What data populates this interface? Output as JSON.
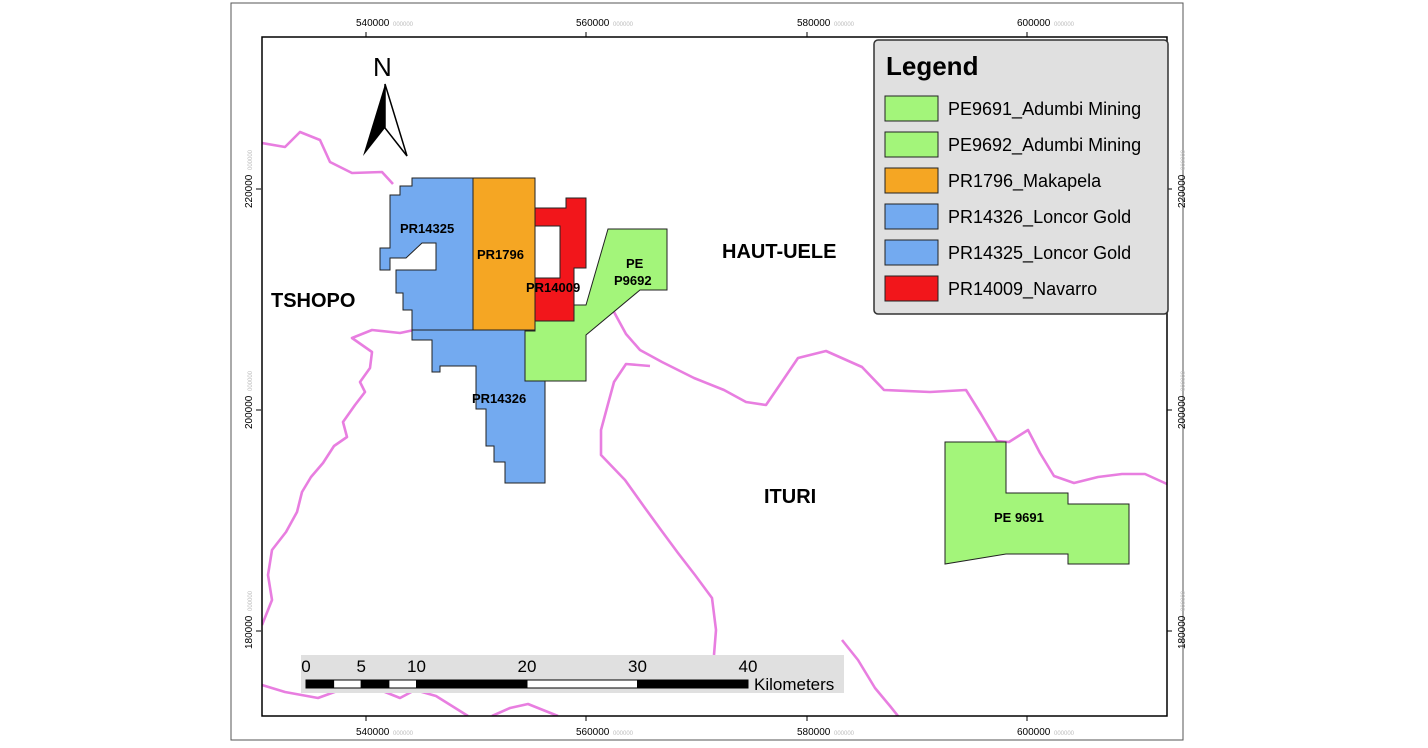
{
  "map": {
    "x_ticks": [
      {
        "value": 540000,
        "label": "540000"
      },
      {
        "value": 560000,
        "label": "560000"
      },
      {
        "value": 580000,
        "label": "580000"
      },
      {
        "value": 600000,
        "label": "600000"
      }
    ],
    "y_ticks": [
      {
        "value": 220000,
        "label": "220000"
      },
      {
        "value": 200000,
        "label": "200000"
      },
      {
        "value": 180000,
        "label": "180000"
      }
    ],
    "tick_suffix": "000000",
    "north_label": "N",
    "regions": {
      "tshopo": "TSHOPO",
      "haut_uele": "HAUT-UELE",
      "ituri": "ITURI"
    },
    "parcels": {
      "pr14325": "PR14325",
      "pr1796": "PR1796",
      "pr14009": "PR14009",
      "pe9692_line1": "PE",
      "pe9692_line2": "P9692",
      "pr14326": "PR14326",
      "pe9691": "PE 9691"
    },
    "colors": {
      "adumbi_pe9691": "#a3f57a",
      "adumbi_pe9692": "#a3f57a",
      "makapela": "#f5a623",
      "loncor": "#73aaf0",
      "navarro": "#f2161b",
      "boundary": "#e87ee0"
    }
  },
  "legend": {
    "title": "Legend",
    "items": [
      {
        "label": "PE9691_Adumbi Mining",
        "color": "#a3f57a"
      },
      {
        "label": "PE9692_Adumbi Mining",
        "color": "#a3f57a"
      },
      {
        "label": "PR1796_Makapela",
        "color": "#f5a623"
      },
      {
        "label": "PR14326_Loncor Gold",
        "color": "#73aaf0"
      },
      {
        "label": "PR14325_Loncor Gold",
        "color": "#73aaf0"
      },
      {
        "label": "PR14009_Navarro",
        "color": "#f2161b"
      }
    ]
  },
  "scale_bar": {
    "ticks": [
      {
        "km": 0,
        "label": "0"
      },
      {
        "km": 5,
        "label": "5"
      },
      {
        "km": 10,
        "label": "10"
      },
      {
        "km": 20,
        "label": "20"
      },
      {
        "km": 30,
        "label": "30"
      },
      {
        "km": 40,
        "label": "40"
      }
    ],
    "unit": "Kilometers"
  }
}
